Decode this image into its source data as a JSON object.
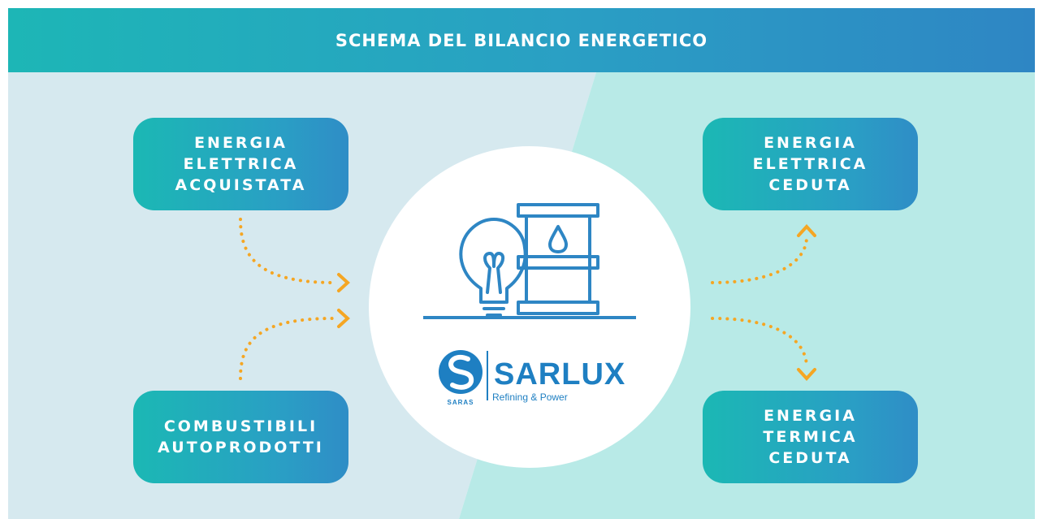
{
  "header": {
    "title": "SCHEMA DEL BILANCIO ENERGETICO"
  },
  "inputs": [
    {
      "lines": [
        "ENERGIA",
        "ELETTRICA",
        "ACQUISTATA"
      ]
    },
    {
      "lines": [
        "COMBUSTIBILI",
        "AUTOPRODOTTI"
      ]
    }
  ],
  "outputs": [
    {
      "lines": [
        "ENERGIA",
        "ELETTRICA",
        "CEDUTA"
      ]
    },
    {
      "lines": [
        "ENERGIA",
        "TERMICA",
        "CEDUTA"
      ]
    }
  ],
  "logo": {
    "name": "SARLUX",
    "tagline": "Refining & Power",
    "brand": "SARAS"
  },
  "colors": {
    "gradient_start": "#1bb8b4",
    "gradient_end": "#2f8dc6",
    "arrow": "#f5a623",
    "left_bg": "#d6e9ef",
    "right_bg": "#b8eae7",
    "icon_blue": "#2e86c4"
  },
  "icons": [
    "lightbulb-icon",
    "oil-barrel-icon",
    "sarlux-logo-icon"
  ]
}
